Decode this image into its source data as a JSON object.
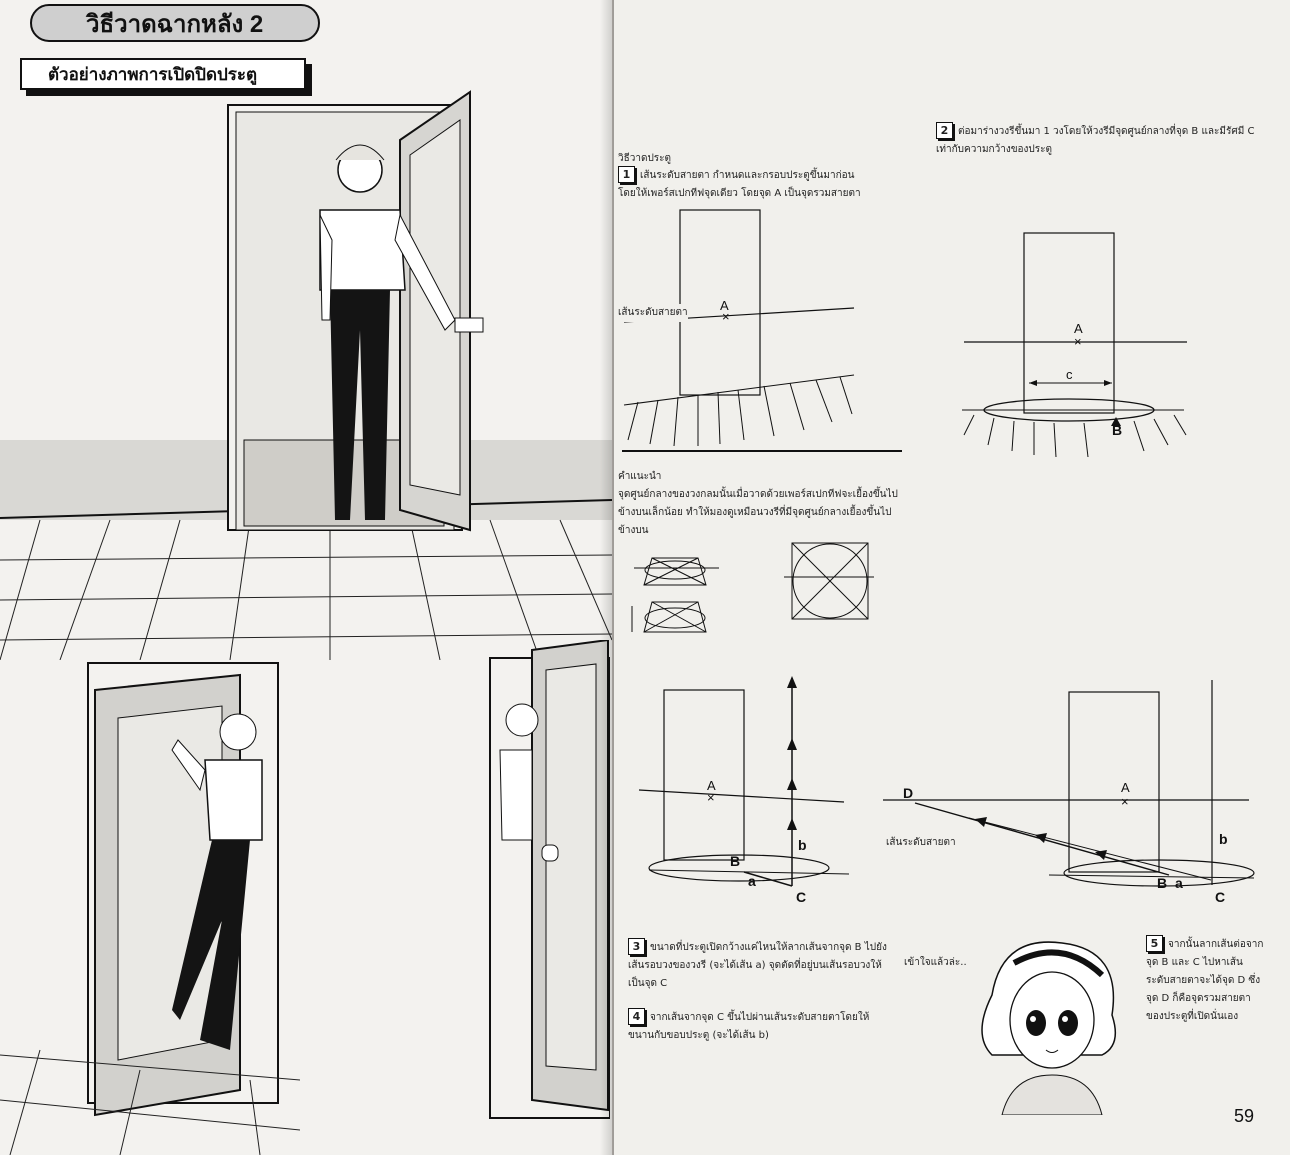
{
  "left": {
    "title": "วิธีวาดฉากหลัง 2",
    "subtitle": "ตัวอย่างภาพการเปิดปิดประตู"
  },
  "right": {
    "section_head": "วิธีวาดประตู",
    "step1_num": "1",
    "step1_text": "เส้นระดับสายตา กำหนดและกรอบประตูขึ้นมาก่อน โดยให้เพอร์สเปกทีฟจุดเดียว โดยจุด A เป็นจุดรวมสายตา",
    "horizon_label": "เส้นระดับสายตา",
    "step2_num": "2",
    "step2_text": "ต่อมาร่างวงรีขึ้นมา 1 วงโดยให้วงรีมีจุดศูนย์กลางที่จุด B และมีรัศมี C เท่ากับความกว้างของประตู",
    "note_head": "คำแนะนำ",
    "note_text": "จุดศูนย์กลางของวงกลมนั้นเมื่อวาดด้วยเพอร์สเปกทีฟจะเยื้องขึ้นไปข้างบนเล็กน้อย ทำให้มองดูเหมือนวงรีที่มีจุดศูนย์กลางเยื้องขึ้นไปข้างบน",
    "step3_num": "3",
    "step3_text": "ขนาดที่ประตูเปิดกว้างแค่ไหนให้ลากเส้นจากจุด B ไปยังเส้นรอบวงของวงรี (จะได้เส้น a) จุดตัดที่อยู่บนเส้นรอบวงให้เป็นจุด C",
    "step4_num": "4",
    "step4_text": "จากเส้นจากจุด C ขึ้นไปผ่านเส้นระดับสายตาโดยให้ขนานกับขอบประตู (จะได้เส้น b)",
    "horizon_label_2": "เส้นระดับสายตา",
    "girl_speech": "เข้าใจแล้วล่ะ..",
    "step5_num": "5",
    "step5_text": "จากนั้นลากเส้นต่อจากจุด B และ C ไปหาเส้นระดับสายตาจะได้จุด D ซึ่งจุด D ก็คือจุดรวมสายตาของประตูที่เปิดนั่นเอง",
    "page_number": "59"
  },
  "diagram_labels": {
    "A": "A",
    "B": "B",
    "C": "C",
    "D": "D",
    "a": "a",
    "b": "b",
    "c": "c"
  }
}
